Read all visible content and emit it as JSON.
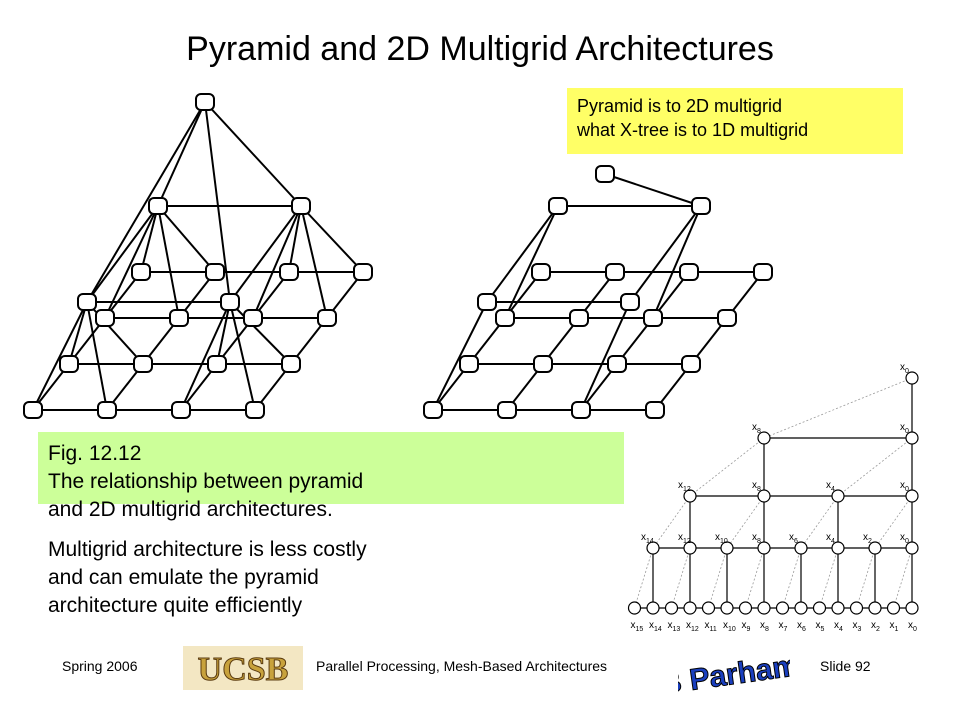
{
  "slide": {
    "title": "Pyramid and 2D Multigrid Architectures"
  },
  "note": {
    "lines": [
      "Pyramid is to 2D multigrid",
      "what X-tree is to 1D multigrid"
    ],
    "color": "#ffff66"
  },
  "caption": {
    "fig": "Fig. 12.12",
    "line1": "The relationship between pyramid",
    "line2": "and 2D multigrid architectures.",
    "color": "#ccff99"
  },
  "body": {
    "lines": [
      "Multigrid architecture is less costly",
      "and can emulate the pyramid",
      "architecture quite efficiently"
    ]
  },
  "footer": {
    "left": "Spring  2006",
    "center": "Parallel Processing, Mesh-Based Architectures",
    "right": "Slide 92",
    "logo_text": "UCSB",
    "logo_color": "#c8a23c",
    "author_logo_text": "B Parhami",
    "author_logo_color": "#1a3fbf"
  },
  "tree_figure": {
    "levels": [
      [
        "x0"
      ],
      [
        "x8",
        "x0"
      ],
      [
        "x12",
        "x8",
        "x4",
        "x0"
      ],
      [
        "x14",
        "x12",
        "x10",
        "x8",
        "x6",
        "x4",
        "x2",
        "x0"
      ],
      [
        "x15",
        "x14",
        "x13",
        "x12",
        "x11",
        "x10",
        "x9",
        "x8",
        "x7",
        "x6",
        "x5",
        "x4",
        "x3",
        "x2",
        "x1",
        "x0"
      ]
    ]
  }
}
